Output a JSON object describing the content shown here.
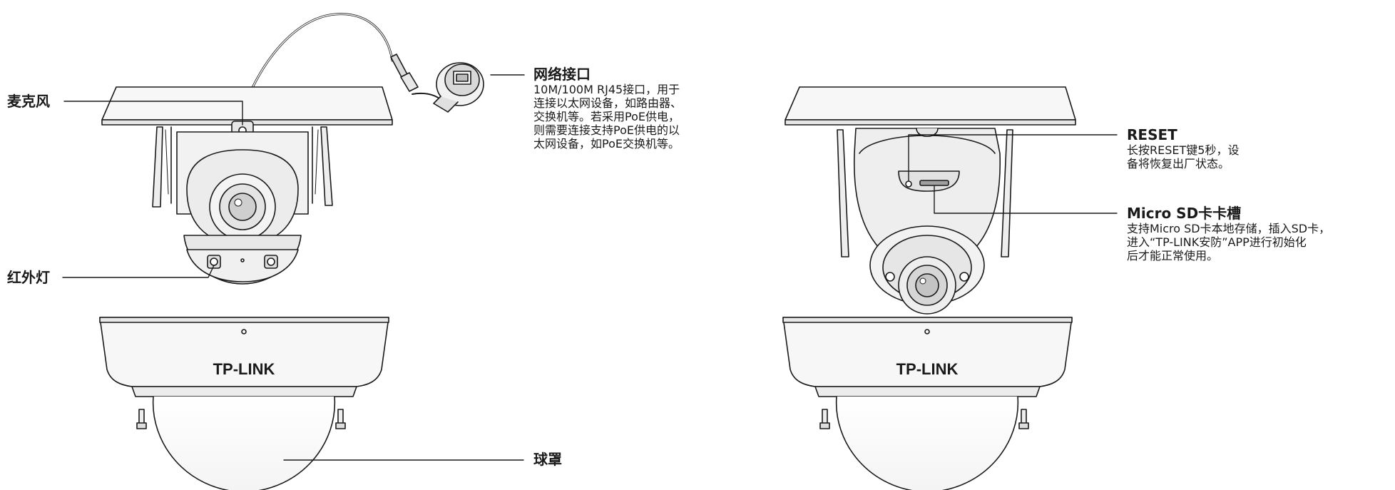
{
  "diagram": {
    "left_device": {
      "logo": "TP-LINK",
      "callouts": {
        "mic": {
          "label": "麦克风"
        },
        "ir": {
          "label": "红外灯"
        },
        "network": {
          "title": "网络接口",
          "lines": [
            "10M/100M RJ45接口，用于",
            "连接以太网设备，如路由器、",
            "交换机等。若采用PoE供电，",
            "则需要连接支持PoE供电的以",
            "太网设备，如PoE交换机等。"
          ]
        },
        "dome": {
          "label": "球罩"
        }
      }
    },
    "right_device": {
      "logo": "TP-LINK",
      "callouts": {
        "reset": {
          "title": "RESET",
          "lines": [
            "长按RESET键5秒，设",
            "备将恢复出厂状态。"
          ]
        },
        "sd": {
          "title": "Micro SD卡卡槽",
          "lines": [
            "支持Micro SD卡本地存储，插入SD卡，",
            "进入“TP-LINK安防”APP进行初始化",
            "后才能正常使用。"
          ]
        }
      }
    },
    "colors": {
      "ink": "#1a1a1a",
      "body": "#f5f5f5",
      "shade": "#e2e2e2",
      "dark": "#cfcfcf"
    }
  }
}
